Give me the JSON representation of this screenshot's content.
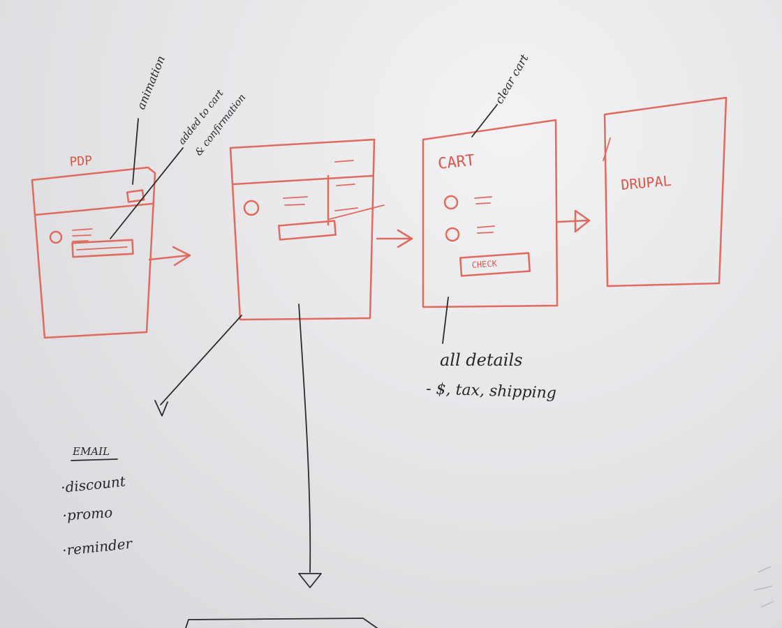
{
  "whiteboard": {
    "screen_labels": {
      "pdp": "PDP",
      "cart": "CART",
      "drupal": "DRUPAL",
      "checkout_button": "CHECK"
    },
    "annotations": {
      "animation": "animation",
      "added_to_cart": "added to cart",
      "confirmation": "& confirmation",
      "clear_cart": "clear cart",
      "all_details_line1": "all details",
      "all_details_line2": "- $, tax, shipping"
    },
    "email_list": {
      "title": "EMAIL",
      "items": [
        "·discount",
        "·promo",
        "·reminder"
      ]
    },
    "colors": {
      "marker_red": "#e06a5c",
      "marker_black": "#2b2b2e"
    }
  }
}
